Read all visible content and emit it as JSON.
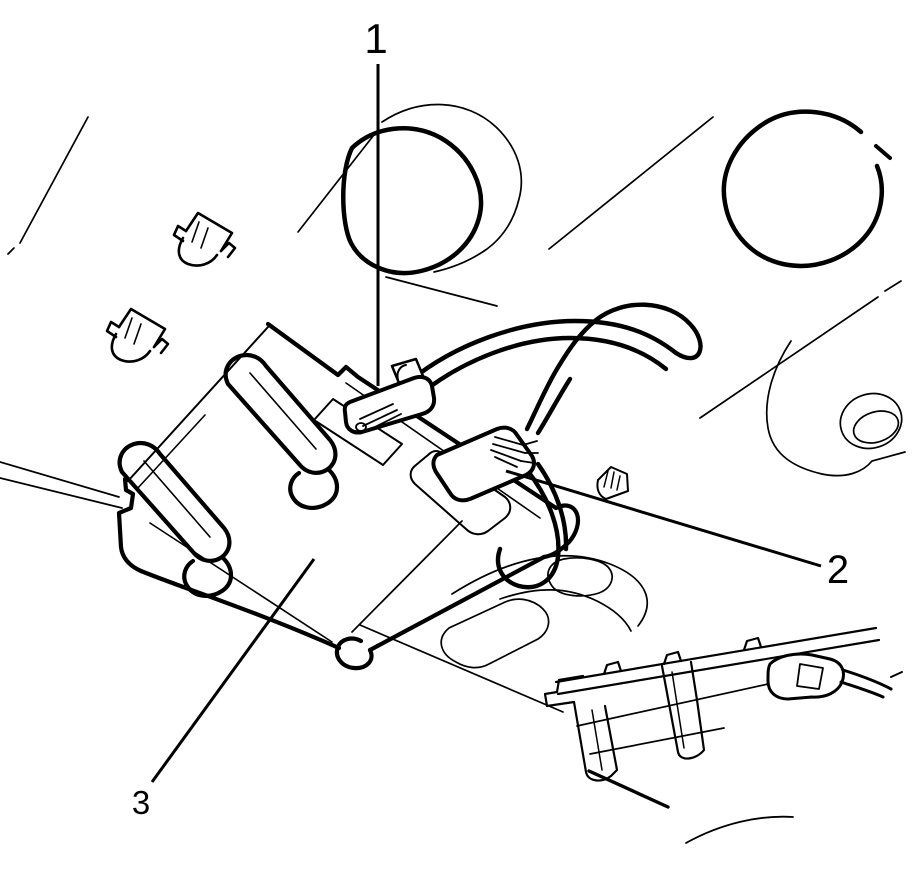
{
  "figure": {
    "type": "service-manual-line-illustration",
    "background_color": "#ffffff",
    "line_color": "#000000",
    "callouts": [
      {
        "label": "1",
        "part": "electrical-connector-front"
      },
      {
        "label": "2",
        "part": "electrical-connector-rear"
      },
      {
        "label": "3",
        "part": "module-mounting-bracket"
      }
    ],
    "parts": [
      {
        "name": "headliner-panel"
      },
      {
        "name": "trim-retainer-clips"
      },
      {
        "name": "module-mounting-bracket"
      },
      {
        "name": "electrical-connector-front"
      },
      {
        "name": "electrical-connector-rear"
      },
      {
        "name": "wiring-harness"
      },
      {
        "name": "rear-support-bracket"
      }
    ]
  }
}
